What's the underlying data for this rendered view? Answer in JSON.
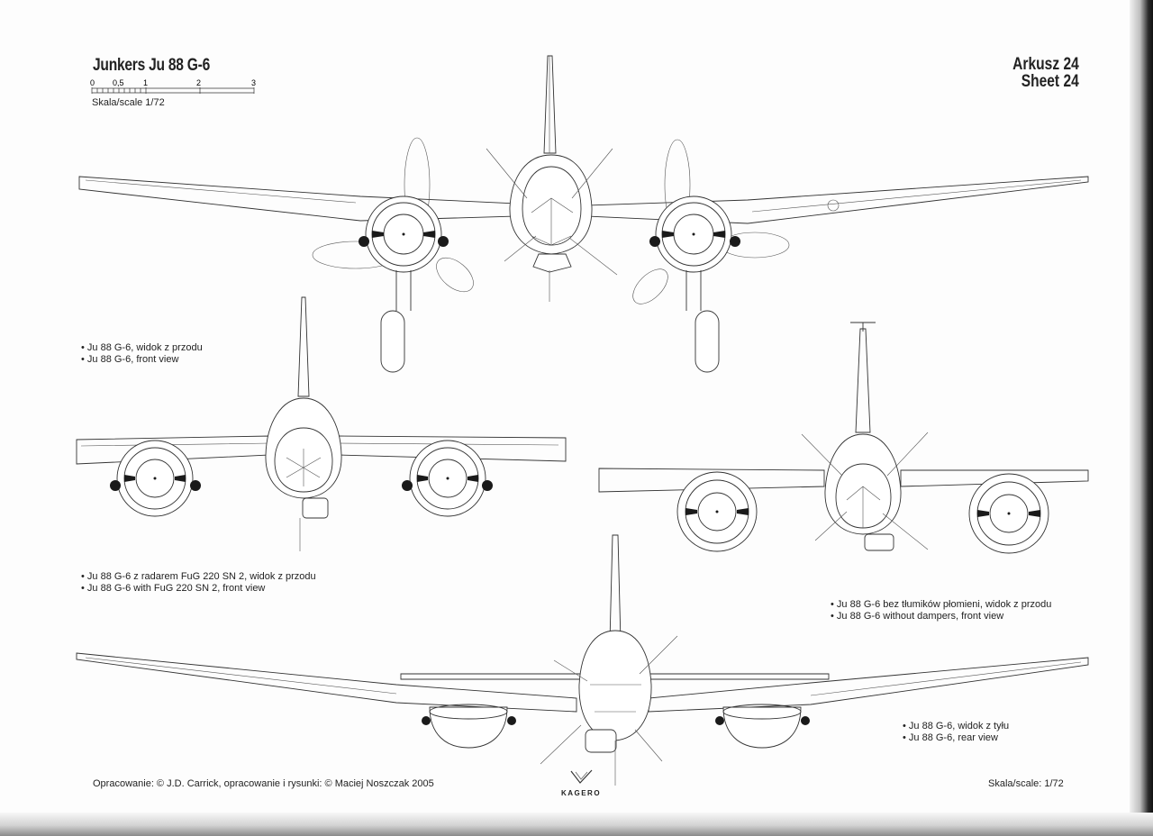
{
  "header": {
    "title": "Junkers Ju 88 G-6",
    "sheet_pl": "Arkusz 24",
    "sheet_en": "Sheet 24"
  },
  "scale_bar": {
    "ticks": [
      "0",
      "0,5",
      "1",
      "2",
      "3"
    ],
    "caption": "Skala/scale 1/72"
  },
  "views": [
    {
      "name": "front-view",
      "caption_pl": "• Ju 88 G-6, widok z przodu",
      "caption_en": "• Ju 88 G-6, front view"
    },
    {
      "name": "front-view-radar",
      "caption_pl": "• Ju 88 G-6 z radarem FuG 220 SN 2, widok z przodu",
      "caption_en": "• Ju 88 G-6 with FuG 220 SN 2, front view"
    },
    {
      "name": "front-view-no-dampers",
      "caption_pl": "• Ju 88 G-6 bez tłumików płomieni, widok z przodu",
      "caption_en": "• Ju 88 G-6 without dampers, front view"
    },
    {
      "name": "rear-view",
      "caption_pl": "• Ju 88 G-6, widok z tyłu",
      "caption_en": "• Ju 88 G-6, rear view"
    }
  ],
  "footer": {
    "credits": "Opracowanie: © J.D. Carrick, opracowanie i rysunki: © Maciej Noszczak 2005",
    "logo": "KAGERO",
    "scale": "Skala/scale: 1/72"
  }
}
